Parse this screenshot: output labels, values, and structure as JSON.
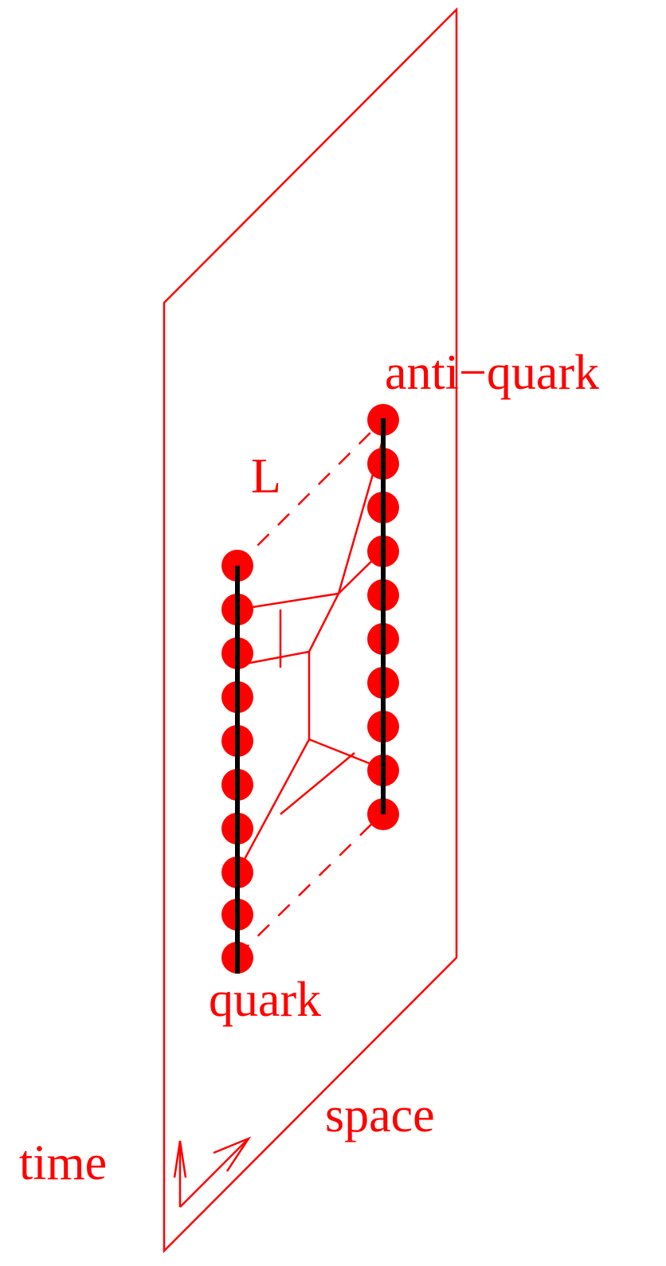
{
  "labels": {
    "anti_quark": "anti−quark",
    "separation": "L",
    "quark": "quark",
    "space_axis": "space",
    "time_axis": "time"
  },
  "colors": {
    "plane": "#ff0000",
    "text": "#ff0000",
    "worldline": "#000000",
    "dots": "#ff0000"
  }
}
